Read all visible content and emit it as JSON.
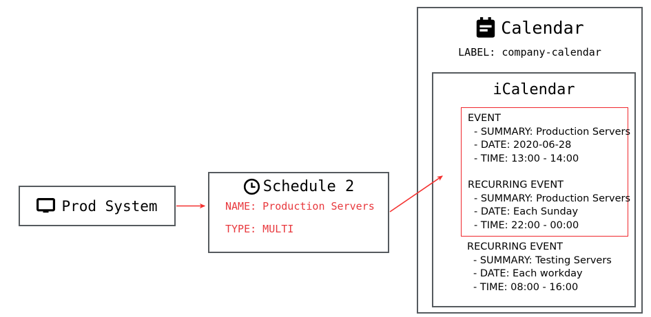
{
  "diagram": {
    "nodes": {
      "prod_system": {
        "title": "Prod System",
        "icon": "monitor-icon"
      },
      "schedule": {
        "title": "Schedule 2",
        "icon": "clock-icon",
        "attributes": [
          "NAME: Production Servers",
          "TYPE: MULTI"
        ],
        "attribute_color": "#e8383d"
      },
      "calendar": {
        "title": "Calendar",
        "icon": "calendar-icon",
        "label_line": "LABEL: company-calendar",
        "inner": {
          "title": "iCalendar",
          "highlight_color": "#f0262c",
          "highlighted_events": [
            {
              "header": "EVENT",
              "lines": [
                "- SUMMARY: Production Servers",
                "- DATE: 2020-06-28",
                "- TIME: 13:00 - 14:00"
              ]
            },
            {
              "header": "RECURRING EVENT",
              "lines": [
                "- SUMMARY: Production Servers",
                "- DATE: Each Sunday",
                "- TIME: 22:00 - 00:00"
              ]
            }
          ],
          "other_events": [
            {
              "header": "RECURRING EVENT",
              "lines": [
                "- SUMMARY: Testing Servers",
                "- DATE: Each workday",
                "- TIME: 08:00 - 16:00"
              ]
            }
          ]
        }
      }
    },
    "arrows": [
      {
        "name": "prod-system-to-schedule",
        "color": "#f4312f"
      },
      {
        "name": "schedule-to-event-highlight",
        "color": "#f4312f"
      }
    ],
    "border_color": "#555a5e"
  }
}
